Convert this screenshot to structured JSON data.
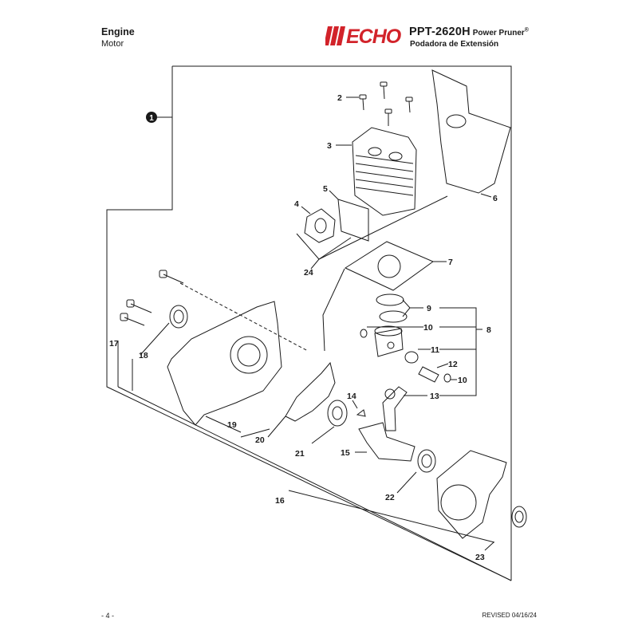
{
  "header": {
    "section_en": "Engine",
    "section_es": "Motor",
    "brand": "ECHO",
    "model": "PPT-2620H",
    "product_en": "Power Pruner",
    "registered_mark": "®",
    "product_es": "Podadora de Extensión"
  },
  "assembly_badge": "1",
  "callouts": {
    "c2": "2",
    "c3": "3",
    "c4": "4",
    "c5": "5",
    "c6": "6",
    "c7": "7",
    "c8": "8",
    "c9": "9",
    "c10a": "10",
    "c10b": "10",
    "c11": "11",
    "c12": "12",
    "c13": "13",
    "c14": "14",
    "c15": "15",
    "c16": "16",
    "c17": "17",
    "c18": "18",
    "c19": "19",
    "c20": "20",
    "c21": "21",
    "c22": "22",
    "c23": "23",
    "c24": "24"
  },
  "footer": {
    "page": "- 4 -",
    "revised": "REVISED 04/16/24"
  },
  "colors": {
    "ink": "#1a1a1a",
    "brand_red": "#d2232a"
  }
}
